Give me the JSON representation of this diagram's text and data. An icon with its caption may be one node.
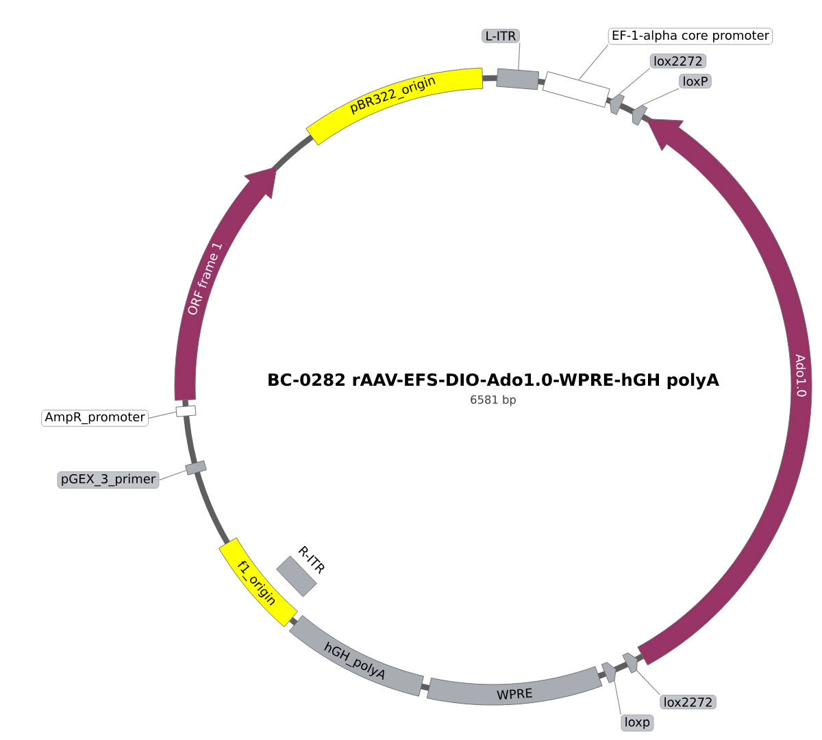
{
  "diagram": {
    "title": "BC-0282 rAAV-EFS-DIO-Ado1.0-WPRE-hGH polyA",
    "nodes": [
      {
        "text": [
          "L-ITR"
        ]
      },
      {
        "text": [],
        "shape": "box"
      },
      {
        "text": [
          "EF-1-alpha core promoter"
        ]
      },
      {
        "text": [],
        "shape": "box"
      },
      {
        "text": [
          "lox2272"
        ]
      },
      {
        "text": [],
        "shape": "pentagon"
      },
      {
        "text": [
          "loxP"
        ]
      },
      {
        "text": [],
        "shape": "pentagon"
      },
      {
        "text": [
          "pBR322_origin"
        ]
      },
      {
        "text": [
          "ORF frame 1"
        ]
      },
      {
        "text": [
          "Ado1.0"
        ]
      },
      {
        "text": [
          "AmpR_promoter"
        ]
      },
      {
        "text": [],
        "shape": "box"
      },
      {
        "text": [
          "pGEX_3_primer"
        ]
      },
      {
        "text": [],
        "shape": "box"
      },
      {
        "text": [
          "R-ITR"
        ]
      },
      {
        "text": [
          "f1_origin"
        ]
      },
      {
        "text": [
          "hGH_polyA"
        ]
      },
      {
        "text": [
          "WPRE"
        ]
      },
      {
        "text": [
          "lox2272"
        ]
      },
      {
        "text": [],
        "shape": "pentagon"
      },
      {
        "text": [
          "loxp"
        ]
      },
      {
        "text": [],
        "shape": "pentagon"
      }
    ],
    "edges": [
      {
        "from": 0,
        "to": 1,
        "arrow": "none"
      },
      {
        "from": 2,
        "to": 3,
        "arrow": "none"
      },
      {
        "from": 4,
        "to": 5,
        "arrow": "none"
      },
      {
        "from": 6,
        "to": 7,
        "arrow": "none"
      },
      {
        "from": 11,
        "to": 12,
        "arrow": "none"
      },
      {
        "from": 13,
        "to": 14,
        "arrow": "none"
      },
      {
        "from": 19,
        "to": 20,
        "arrow": "none"
      },
      {
        "from": 21,
        "to": 22,
        "arrow": "none"
      }
    ],
    "labels": [
      "6581 bp"
    ]
  }
}
